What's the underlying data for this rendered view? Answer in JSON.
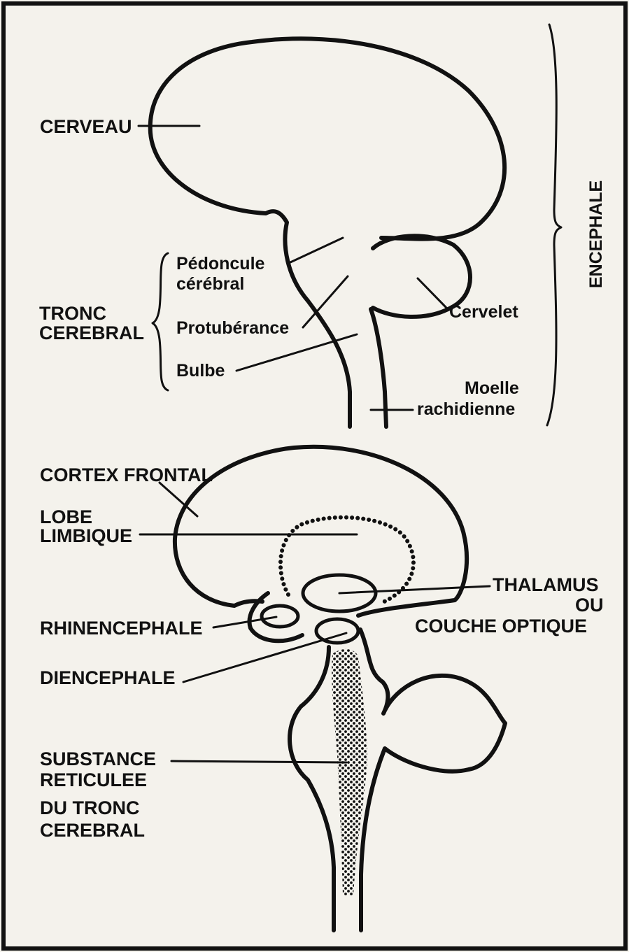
{
  "top_diagram": {
    "cerveau": "CERVEAU",
    "tronc_line1": "TRONC",
    "tronc_line2": "CEREBRAL",
    "pedoncule_line1": "Pédoncule",
    "pedoncule_line2": "cérébral",
    "protuberance": "Protubérance",
    "bulbe": "Bulbe",
    "cervelet": "Cervelet",
    "moelle_line1": "Moelle",
    "moelle_line2": "rachidienne",
    "encephale": "ENCEPHALE"
  },
  "bottom_diagram": {
    "cortex_frontal": "CORTEX FRONTAL",
    "lobe_line1": "LOBE",
    "lobe_line2": "LIMBIQUE",
    "thalamus_line1": "THALAMUS",
    "thalamus_line2": "OU",
    "thalamus_line3": "COUCHE OPTIQUE",
    "rhinencephale": "RHINENCEPHALE",
    "diencephale": "DIENCEPHALE",
    "substance_line1": "SUBSTANCE",
    "substance_line2": "RETICULEE",
    "substance_line3": "DU TRONC",
    "substance_line4": "CEREBRAL"
  }
}
